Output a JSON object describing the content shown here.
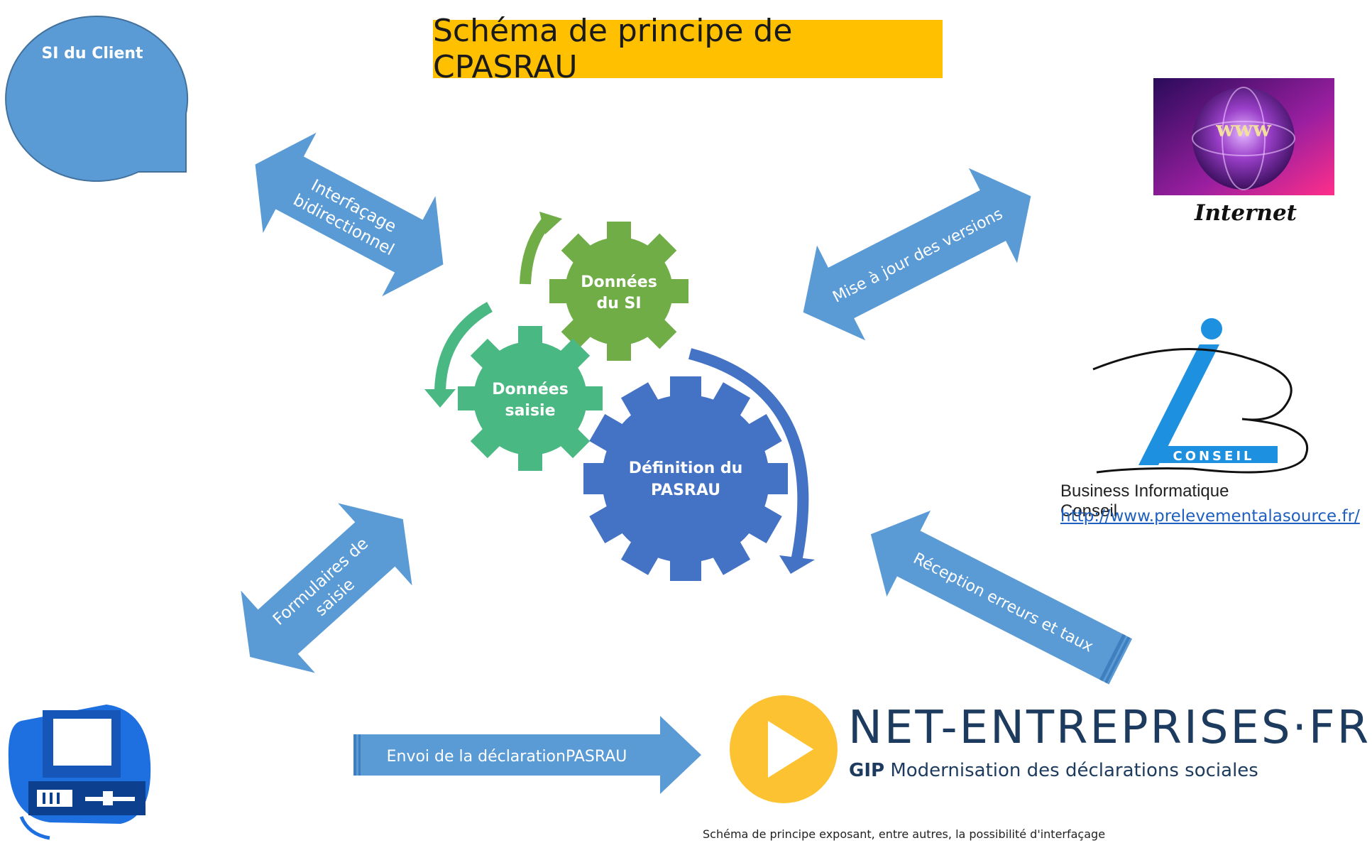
{
  "title": "Schéma de principe de CPASRAU",
  "si_client": {
    "label": "SI du Client"
  },
  "arrows": {
    "interfacage_line1": "Interfaçage",
    "interfacage_line2": "bidirectionnel",
    "mise_a_jour": "Mise à jour des versions",
    "formulaires_line1": "Formulaires de",
    "formulaires_line2": "saisie",
    "reception": "Réception erreurs et taux",
    "envoi": "Envoi de la déclarationPASRAU"
  },
  "gears": {
    "donnees_si_line1": "Données",
    "donnees_si_line2": "du SI",
    "donnees_saisie_line1": "Données",
    "donnees_saisie_line2": "saisie",
    "definition_line1": "Définition du",
    "definition_line2": "PASRAU"
  },
  "internet": {
    "label": "Internet",
    "globe_text": "www"
  },
  "bic": {
    "name": "Business Informatique Conseil",
    "url": "http://www.prelevementalasource.fr/",
    "logo_text": "CONSEIL"
  },
  "net_entreprises": {
    "name": "NET-ENTREPRISES·FR",
    "sub_bold": "GIP",
    "sub_rest": " Modernisation des déclarations sociales"
  },
  "footer": "Schéma de principe exposant, entre autres, la possibilité d'interfaçage",
  "colors": {
    "arrow_blue": "#5B9BD5",
    "title_bg": "#FFC000",
    "gear_green": "#70AD47",
    "gear_teal": "#4AB882",
    "gear_blue": "#4472C4",
    "ne_yellow": "#FDC232",
    "ne_navy": "#1D3B5E"
  }
}
